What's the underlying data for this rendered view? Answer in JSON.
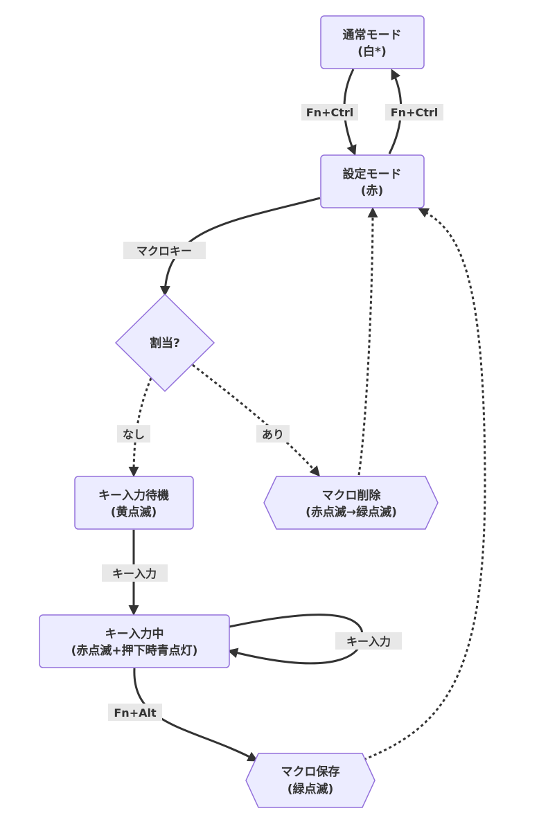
{
  "nodes": {
    "normal_mode": {
      "line1": "通常モード",
      "line2": "(白*)"
    },
    "setting_mode": {
      "line1": "設定モード",
      "line2": "(赤)"
    },
    "assigned_decision": {
      "line1": "割当?"
    },
    "key_input_wait": {
      "line1": "キー入力待機",
      "line2": "(黄点滅)"
    },
    "macro_delete": {
      "line1": "マクロ削除",
      "line2": "(赤点滅→緑点滅)"
    },
    "key_inputting": {
      "line1": "キー入力中",
      "line2": "(赤点滅+押下時青点灯)"
    },
    "macro_save": {
      "line1": "マクロ保存",
      "line2": "(緑点滅)"
    }
  },
  "edges": {
    "normal_to_setting": "Fn+Ctrl",
    "setting_to_normal": "Fn+Ctrl",
    "setting_to_decision": "マクロキー",
    "decision_to_wait": "なし",
    "decision_to_delete": "あり",
    "wait_to_inputting": "キー入力",
    "inputting_self": "キー入力",
    "inputting_to_save": "Fn+Alt"
  },
  "colors": {
    "node_fill": "#ECECFF",
    "node_stroke": "#9370DB",
    "edge": "#333333",
    "label_bg": "#e8e8e8"
  }
}
